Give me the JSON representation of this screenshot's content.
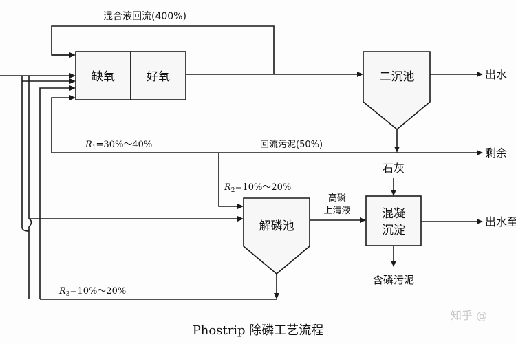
{
  "diagram": {
    "title": "Phostrip 除磷工艺流程",
    "units": {
      "anoxic": "缺氧",
      "aerobic": "好氧",
      "secondary_clarifier": "二沉池",
      "stripper": "解磷池",
      "coagulation": [
        "混凝",
        "沉淀"
      ]
    },
    "labels": {
      "mixed_recycle": "混合液回流(400%)",
      "return_sludge": "回流污泥(50%)",
      "r1": "R",
      "r1_sub": "1",
      "r1_val": "=30%～40%",
      "r2": "R",
      "r2_sub": "2",
      "r2_val": "=10%～20%",
      "r3": "R",
      "r3_sub": "3",
      "r3_val": "=10%～20%",
      "lime": "石灰",
      "high_p": "高磷",
      "supernatant": "上清液",
      "p_sludge": "含磷污泥"
    },
    "outputs": {
      "effluent_1": "出水",
      "excess": "剩余",
      "effluent_2": "出水至"
    },
    "watermark": "知乎 @"
  }
}
